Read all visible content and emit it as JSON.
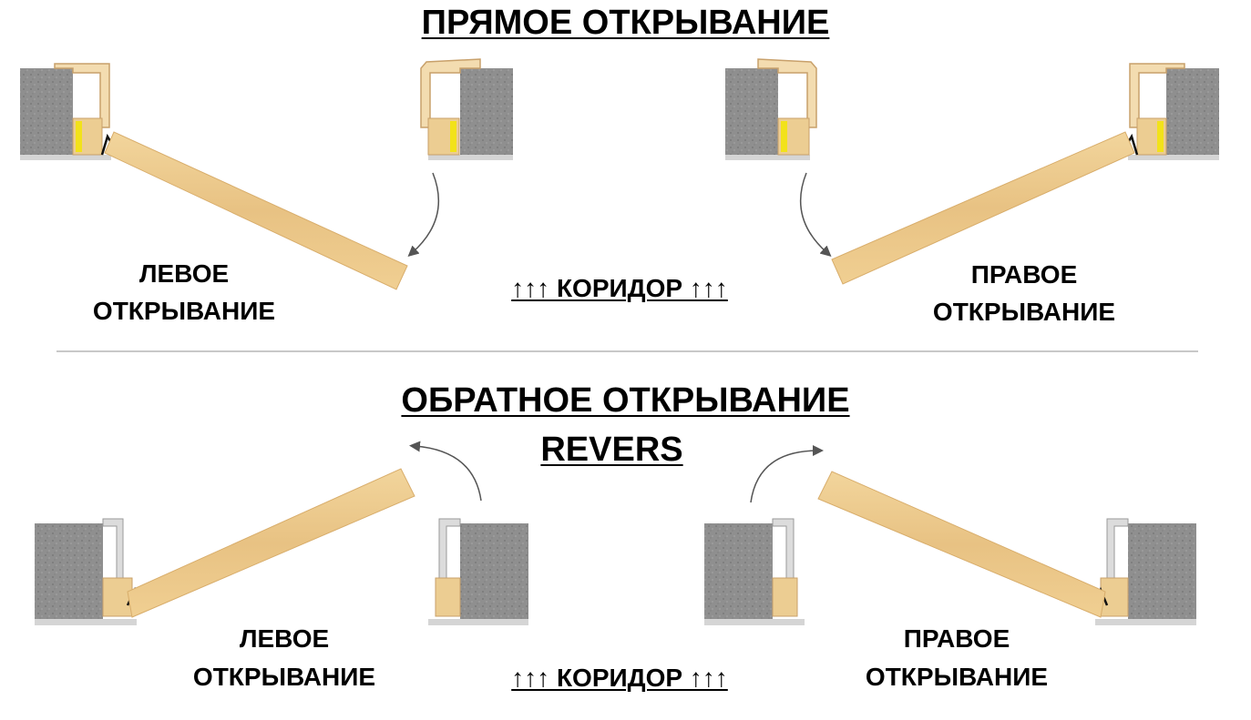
{
  "top": {
    "title": "ПРЯМОЕ ОТКРЫВАНИЕ",
    "left_label_line1": "ЛЕВОЕ",
    "left_label_line2": "ОТКРЫВАНИЕ",
    "right_label_line1": "ПРАВОЕ",
    "right_label_line2": "ОТКРЫВАНИЕ",
    "corridor": "↑↑↑ КОРИДОР ↑↑↑"
  },
  "bottom": {
    "title_line1": "ОБРАТНОЕ ОТКРЫВАНИЕ",
    "title_line2": "REVERS",
    "left_label_line1": "ЛЕВОЕ",
    "left_label_line2": "ОТКРЫВАНИЕ",
    "right_label_line1": "ПРАВОЕ",
    "right_label_line2": "ОТКРЫВАНИЕ",
    "corridor": "↑↑↑ КОРИДОР ↑↑↑"
  },
  "colors": {
    "wall": "#8d8d8d",
    "wood": "#ecc98a",
    "frame": "#f6e2bd",
    "seal_yellow": "#f2e21a",
    "metal": "#dcdcdc",
    "divider": "#c8c8c8"
  }
}
